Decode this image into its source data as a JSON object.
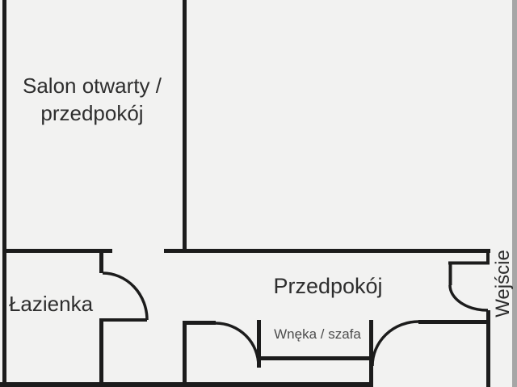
{
  "floor_plan": {
    "rooms": {
      "salon": {
        "label_line1": "Salon otwarty /",
        "label_line2": "przedpokój"
      },
      "bathroom": {
        "label": "Łazienka"
      },
      "hallway": {
        "label": "Przedpokój"
      },
      "niche": {
        "label": "Wnęka / szafa"
      },
      "entrance": {
        "label": "Wejście"
      }
    },
    "colors": {
      "wall": "#1c1c1c",
      "background": "#f2f2f1",
      "label_text": "#2e2e2e",
      "niche_label_text": "#4d4d4d",
      "edge_band": "#a6a6a6"
    }
  }
}
